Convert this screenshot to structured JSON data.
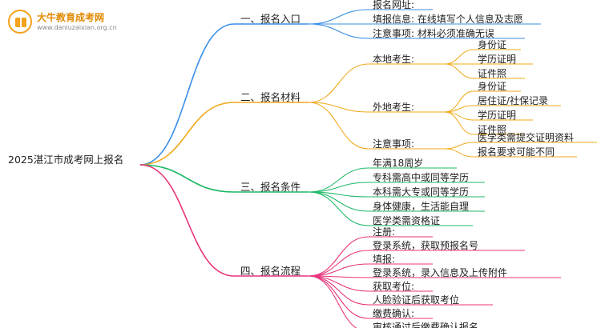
{
  "brand": {
    "name": "大牛教育成考网",
    "url": "www.daniuzaixian.org.cn",
    "brand_color": "#f3a21c"
  },
  "colors": {
    "branch1": "#3a8ee6",
    "branch2": "#f0a81a",
    "branch3": "#1eb866",
    "branch4": "#e8337a"
  },
  "mindmap": {
    "root": "2025湛江市成考网上报名",
    "branches": [
      {
        "label": "一、报名入口",
        "children": [
          {
            "label": "报名网址:"
          },
          {
            "label": "填报信息: 在线填写个人信息及志愿"
          },
          {
            "label": "注意事项: 材料必须准确无误"
          }
        ]
      },
      {
        "label": "二、报名材料",
        "children": [
          {
            "label": "本地考生:",
            "children": [
              "身份证",
              "学历证明",
              "证件照"
            ]
          },
          {
            "label": "外地考生:",
            "children": [
              "身份证",
              "居住证/社保记录",
              "学历证明",
              "证件照"
            ]
          },
          {
            "label": "注意事项:",
            "children": [
              "医学类需提交证明资料",
              "报名要求可能不同"
            ]
          }
        ]
      },
      {
        "label": "三、报名条件",
        "children": [
          {
            "label": "年满18周岁"
          },
          {
            "label": "专科需高中或同等学历"
          },
          {
            "label": "本科需大专或同等学历"
          },
          {
            "label": "身体健康，生活能自理"
          },
          {
            "label": "医学类需资格证"
          }
        ]
      },
      {
        "label": "四、报名流程",
        "children": [
          {
            "label": "注册:"
          },
          {
            "label": "登录系统，获取预报名号"
          },
          {
            "label": "填报:"
          },
          {
            "label": "登录系统，录入信息及上传附件"
          },
          {
            "label": "获取考位:"
          },
          {
            "label": "人脸验证后获取考位"
          },
          {
            "label": "缴费确认:"
          },
          {
            "label": "审核通过后缴费确认报名"
          }
        ]
      }
    ]
  }
}
